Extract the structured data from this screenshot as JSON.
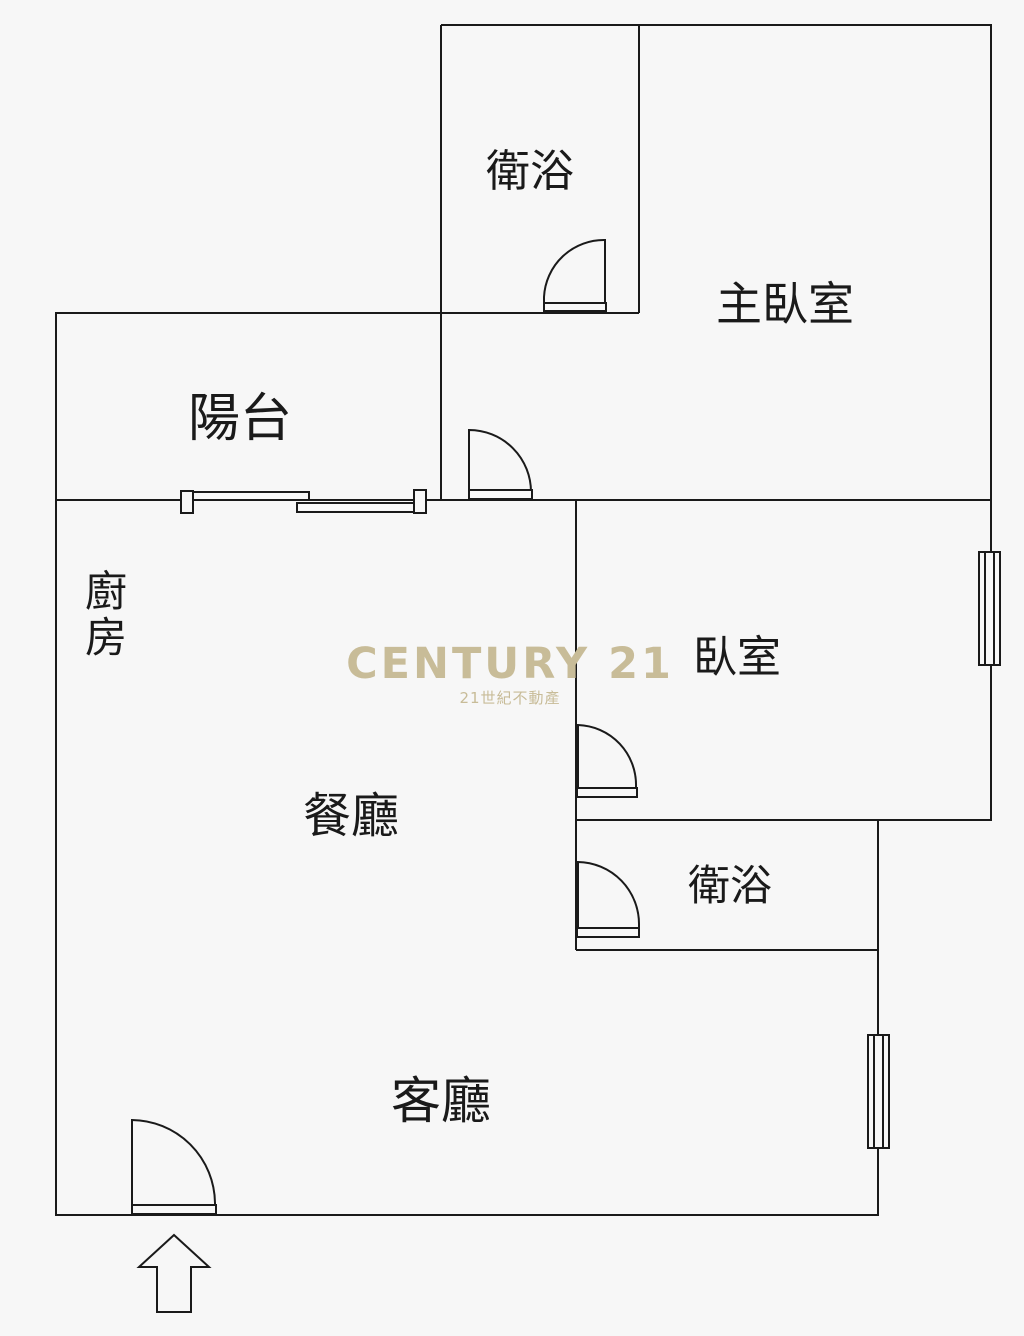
{
  "rooms": {
    "bath_top": "衛浴",
    "master_bedroom": "主臥室",
    "balcony": "陽台",
    "kitchen": "廚房",
    "bedroom": "臥室",
    "dining": "餐廳",
    "bath_bottom": "衛浴",
    "living": "客廳"
  },
  "watermark": {
    "brand": "CENTURY 21",
    "registered": "®",
    "subtitle": "21世紀不動產",
    "color": "#c8bc98"
  },
  "entrance": {
    "icon": "entrance-arrow-icon"
  },
  "colors": {
    "wall": "#1a1a1a",
    "background": "#f7f7f7"
  }
}
